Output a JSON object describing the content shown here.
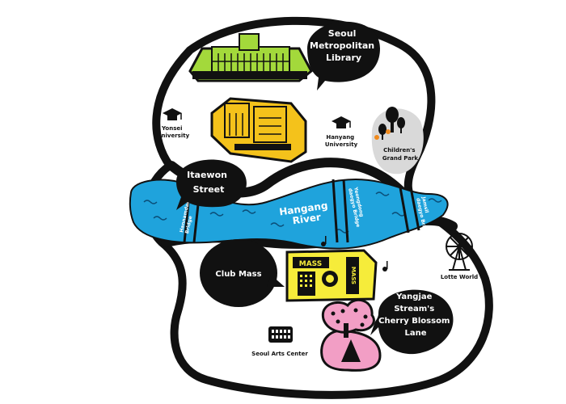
{
  "bubbles": {
    "library": [
      "Seoul",
      "Metropolitan",
      "Library"
    ],
    "itaewon": [
      "Itaewon",
      "Street"
    ],
    "club": [
      "Club Mass"
    ],
    "yangjae": [
      "Yangjae",
      "Stream's",
      "Cherry Blossom",
      "Lane"
    ]
  },
  "places": {
    "yonsei": [
      "Yonsei",
      "University"
    ],
    "hanyang": [
      "Hanyang",
      "University"
    ],
    "childrens_park": [
      "Children's",
      "Grand Park"
    ],
    "lotte_world": "Lotte World",
    "seoul_arts_center": "Seoul Arts Center"
  },
  "river": {
    "name": [
      "Hangang",
      "River"
    ]
  },
  "bridges": {
    "banpo": [
      "Hannamdaegyo",
      "Bridge"
    ],
    "seongsu": [
      "Yeongdong",
      "daegyo Bridge"
    ],
    "jamsil": [
      "Jamsil",
      "daegyo Bridge"
    ]
  },
  "club_sign": {
    "left": "MASS",
    "right": "MASS"
  },
  "colors": {
    "river": "#1fa3dc",
    "library": "#a3d93b",
    "palace": "#f4c21b",
    "club": "#f6ec3a",
    "cherry": "#f29ec5",
    "park": "#d9d9d9",
    "outline": "#111111"
  },
  "icons": [
    "graduation-cap-icon",
    "trees-icon",
    "ferris-wheel-icon",
    "music-note-icon",
    "building-icon"
  ]
}
